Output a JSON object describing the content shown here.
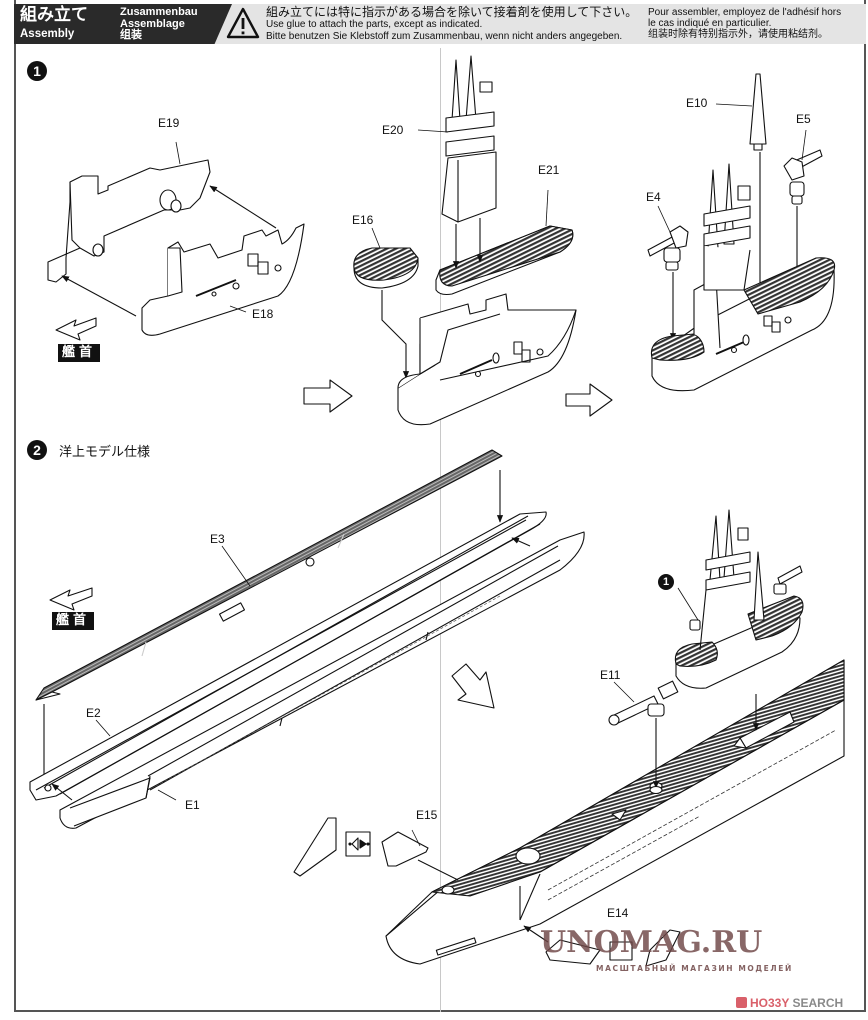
{
  "header": {
    "title_jp": "組み立て",
    "title_en": "Assembly",
    "title_de": "Zusammenbau",
    "title_fr": "Assemblage",
    "title_cn": "组装",
    "warning_icon": "warning-triangle-icon",
    "notice_jp": "組み立てには特に指示がある場合を除いて接着剤を使用して下さい。",
    "notice_en": "Use glue to attach the parts, except as indicated.",
    "notice_de": "Bitte benutzen Sie Klebstoff zum Zusammenbau, wenn nicht anders angegeben.",
    "notice_fr_1": "Pour assembler, employez de l'adhésif hors",
    "notice_fr_2": "le cas indiqué en particulier.",
    "notice_cn": "组装时除有特别指示外，请使用粘结剂。"
  },
  "step1": {
    "number": "1",
    "bow_label": "艦首",
    "parts": {
      "e19": "E19",
      "e18": "E18",
      "e20": "E20",
      "e21": "E21",
      "e16": "E16",
      "e10": "E10",
      "e5": "E5",
      "e4": "E4"
    }
  },
  "step2": {
    "number": "2",
    "title": "洋上モデル仕様",
    "bow_label": "艦首",
    "subassembly_ref": "1",
    "parts": {
      "e3": "E3",
      "e2": "E2",
      "e1": "E1",
      "e11": "E11",
      "e15": "E15",
      "e14": "E14"
    }
  },
  "watermark": {
    "main": "UNOMAG.RU",
    "sub": "МАСШТАБНЫЙ МАГАЗИН МОДЕЛЕЙ"
  },
  "badge": {
    "hobby": "HO33Y",
    "search": "SEARCH"
  },
  "colors": {
    "ink": "#111111",
    "header_dark": "#2a2a2a",
    "header_light": "#e4e4e4",
    "deck_fill": "#555555",
    "watermark": "#6e4646",
    "badge_accent": "#d9606a"
  }
}
